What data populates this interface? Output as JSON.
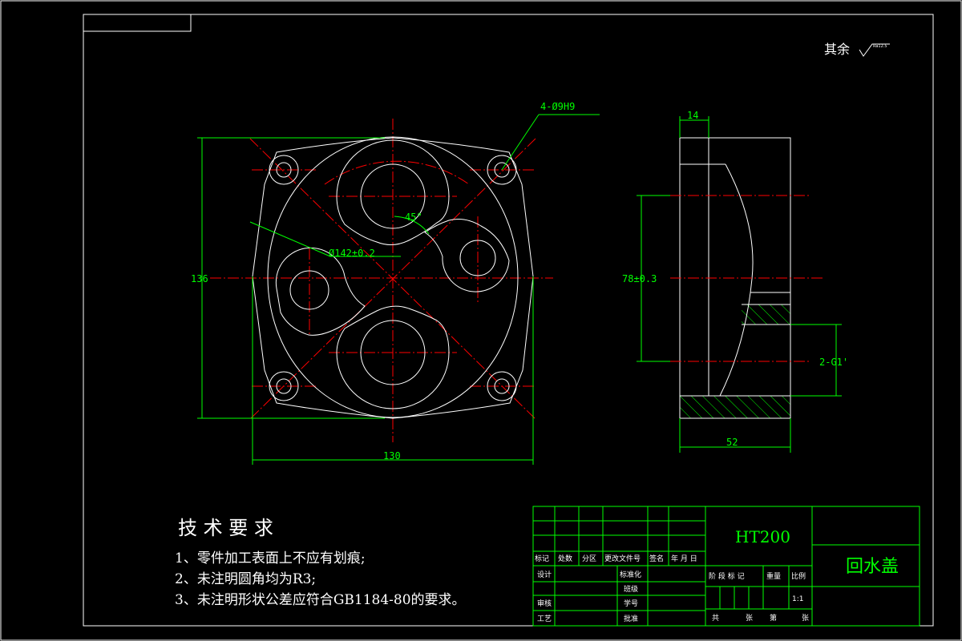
{
  "roughness_note": {
    "prefix": "其余",
    "symbol_value": "Ra12.5"
  },
  "dimensions": {
    "hole_callout": "4-Ø9H9",
    "angle": "45°",
    "pcd": "Ø142±0.2",
    "height": "136",
    "width": "130",
    "side_top": "14",
    "side_mid": "78±0.3",
    "side_thread": "2-G1'",
    "side_bottom": "52"
  },
  "tech_requirements": {
    "title": "技 术 要 求",
    "items": [
      "1、零件加工表面上不应有划痕;",
      "2、未注明圆角均为R3;",
      "3、未注明形状公差应符合GB1184-80的要求。"
    ]
  },
  "title_block": {
    "material": "HT200",
    "part_name": "回水盖",
    "rev_headers": [
      "标记",
      "处数",
      "分区",
      "更改文件号",
      "签名",
      "年 月 日"
    ],
    "row_design": "设计",
    "row_standard": "标准化",
    "row_review": "审核",
    "row_process": "工艺",
    "row_class": "班级",
    "row_student_no": "学号",
    "row_approve": "批准",
    "stage_label": "阶 段 标 记",
    "weight_label": "重量",
    "scale_label": "比例",
    "scale_value": "1:1",
    "sheets_total": "共",
    "sheets_unit": "张",
    "sheet_no": "第",
    "sheet_unit2": "张"
  }
}
